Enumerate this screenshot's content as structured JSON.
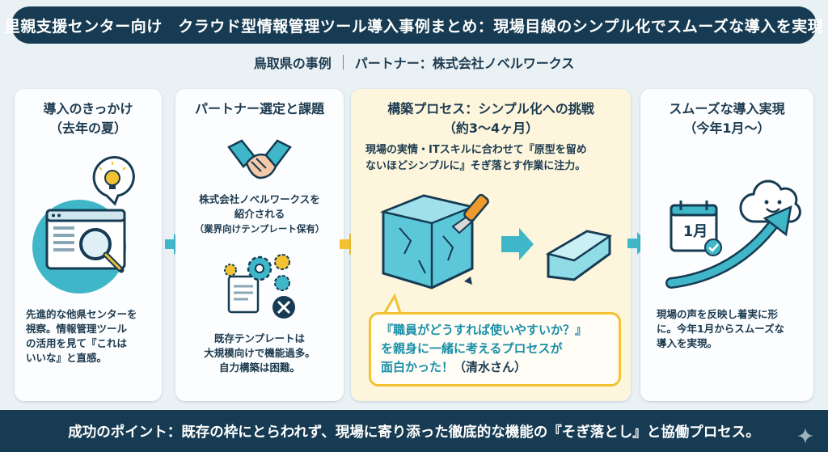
{
  "title": "里親支援センター向け　クラウド型情報管理ツール導入事例まとめ：現場目線のシンプル化でスムーズな導入を実現",
  "subtitle": {
    "case": "鳥取県の事例",
    "partner": "パートナー：株式会社ノベルワークス"
  },
  "steps": [
    {
      "title_line1": "導入のきっかけ",
      "title_line2": "（去年の夏）",
      "text_lines": [
        "先進的な他県センターを",
        "視察。情報管理ツール",
        "の活用を見て『これは",
        "いいな』と直感。"
      ]
    },
    {
      "title_line1": "パートナー選定と課題",
      "text1_lines": [
        "株式会社ノベルワークスを",
        "紹介される",
        "（業界向けテンプレート保有）"
      ],
      "text2_lines": [
        "既存テンプレートは",
        "大規模向けで機能過多。",
        "自力構築は困難。"
      ]
    },
    {
      "title_line1": "構築プロセス：シンプル化への挑戦",
      "title_line2": "（約3〜4ヶ月）",
      "text_lines": [
        "現場の実情・ITスキルに合わせて『原型を留め",
        "ないほどシンプルに』そぎ落とす作業に注力。"
      ],
      "quote_line1": "『職員がどうすれば使いやすいか？』",
      "quote_line2": "を親身に一緒に考えるプロセスが",
      "quote_line3_a": "面白かった！",
      "quote_line3_b": "（清水さん）"
    },
    {
      "title_line1": "スムーズな導入実現",
      "title_line2": "（今年1月〜）",
      "calendar_label": "1月",
      "text_lines": [
        "現場の声を反映し着実に形",
        "に。今年1月からスムーズな",
        "導入を実現。"
      ]
    }
  ],
  "footer": "成功のポイント：既存の枠にとらわれず、現場に寄り添った徹底的な機能の『そぎ落とし』と協働プロセス。",
  "colors": {
    "navy": "#163b52",
    "teal_arrow": "#3fb7c9",
    "yellow_arrow": "#f2c233",
    "highlight_card": "#fdf6dd",
    "quote_teal": "#1a8fa8"
  }
}
